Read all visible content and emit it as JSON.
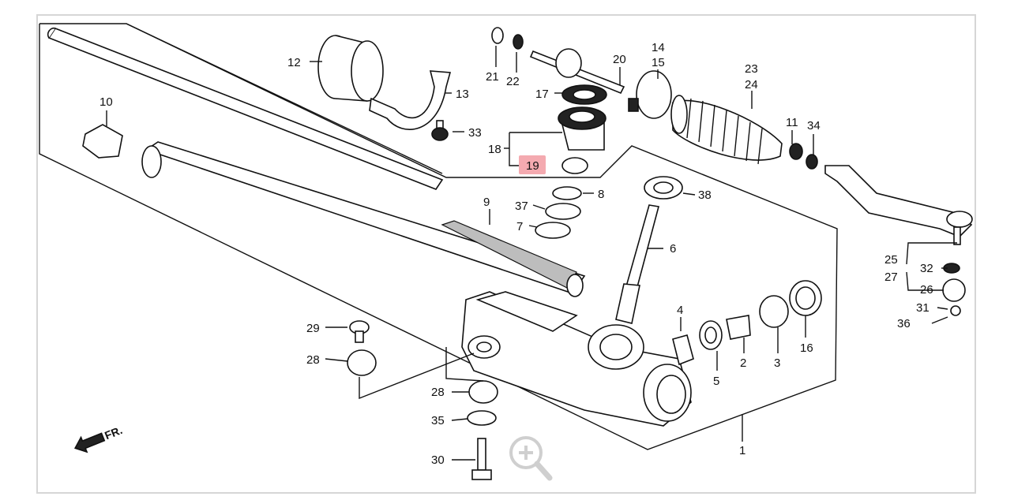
{
  "diagram": {
    "highlight_color": "#f4aab0",
    "highlighted_callout": "19",
    "callouts": [
      "1",
      "2",
      "3",
      "4",
      "5",
      "6",
      "7",
      "8",
      "9",
      "10",
      "11",
      "12",
      "13",
      "14",
      "15",
      "16",
      "17",
      "18",
      "19",
      "20",
      "21",
      "22",
      "23",
      "24",
      "25",
      "26",
      "27",
      "28",
      "28",
      "29",
      "30",
      "31",
      "32",
      "33",
      "34",
      "35",
      "36",
      "37",
      "38"
    ],
    "direction_label": "FR."
  },
  "viewer": {
    "zoom_icon": "zoom-in-icon"
  }
}
